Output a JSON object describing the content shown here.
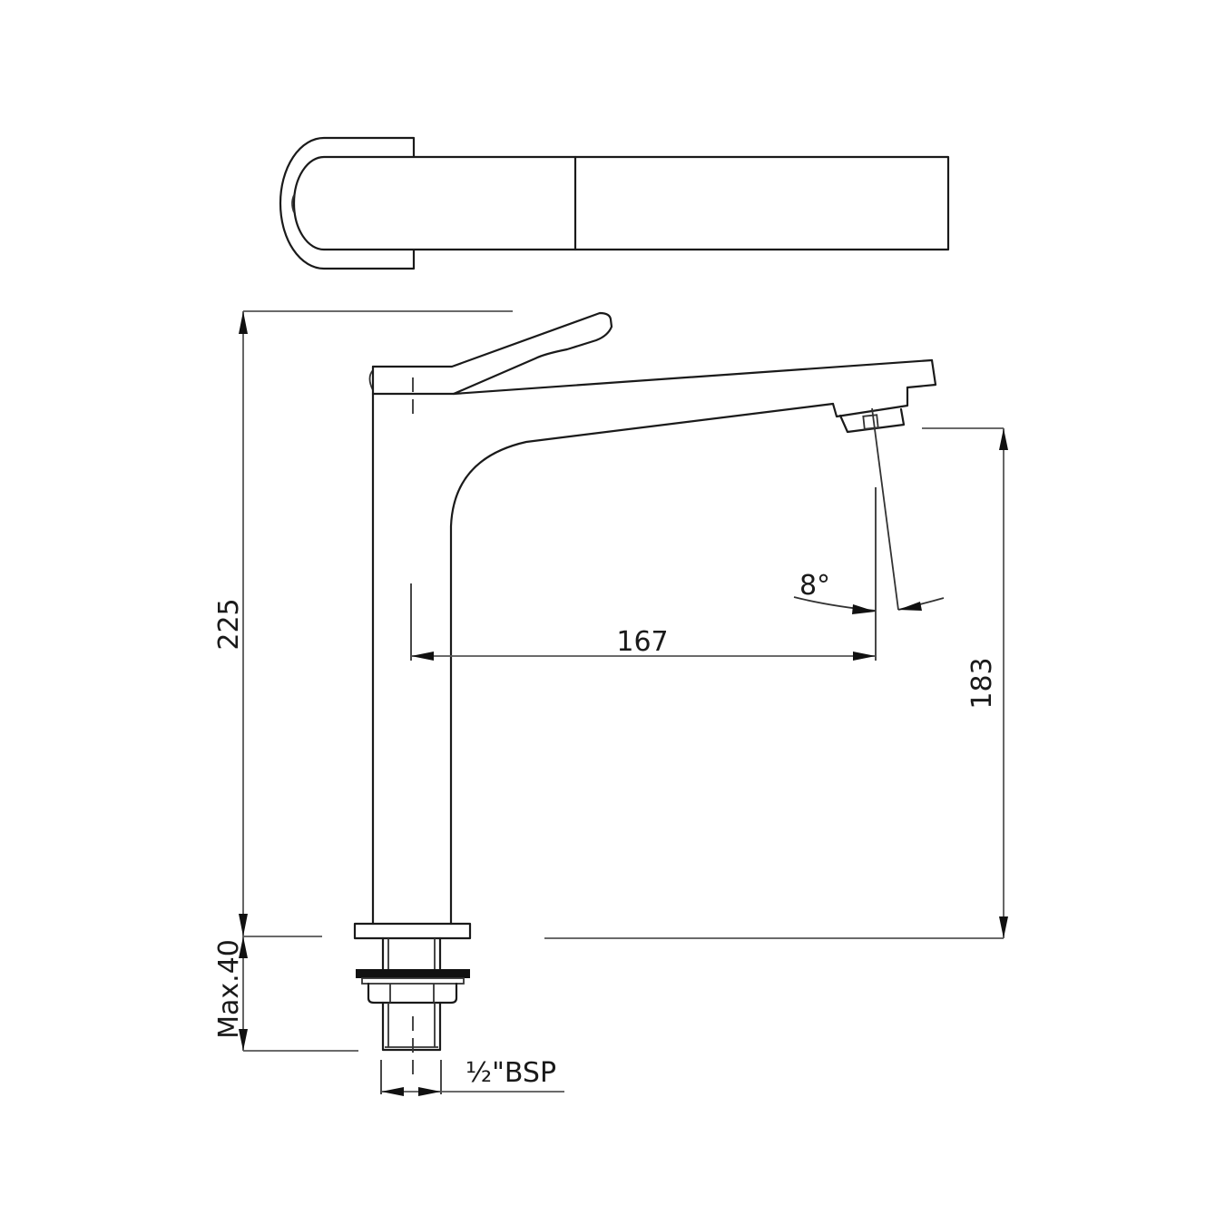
{
  "drawing": {
    "subject": "Basin mixer tap technical drawing",
    "views": [
      "top-view",
      "side-view"
    ],
    "dimensions": {
      "overall_height": "225",
      "spout_height": "183",
      "spout_reach": "167",
      "spout_angle": "8°",
      "max_deck_thickness": "Max.40",
      "thread_size": "½\"BSP"
    },
    "colors": {
      "line": "#1a1a1a",
      "dimension_line": "#555555",
      "background": "#ffffff"
    }
  }
}
